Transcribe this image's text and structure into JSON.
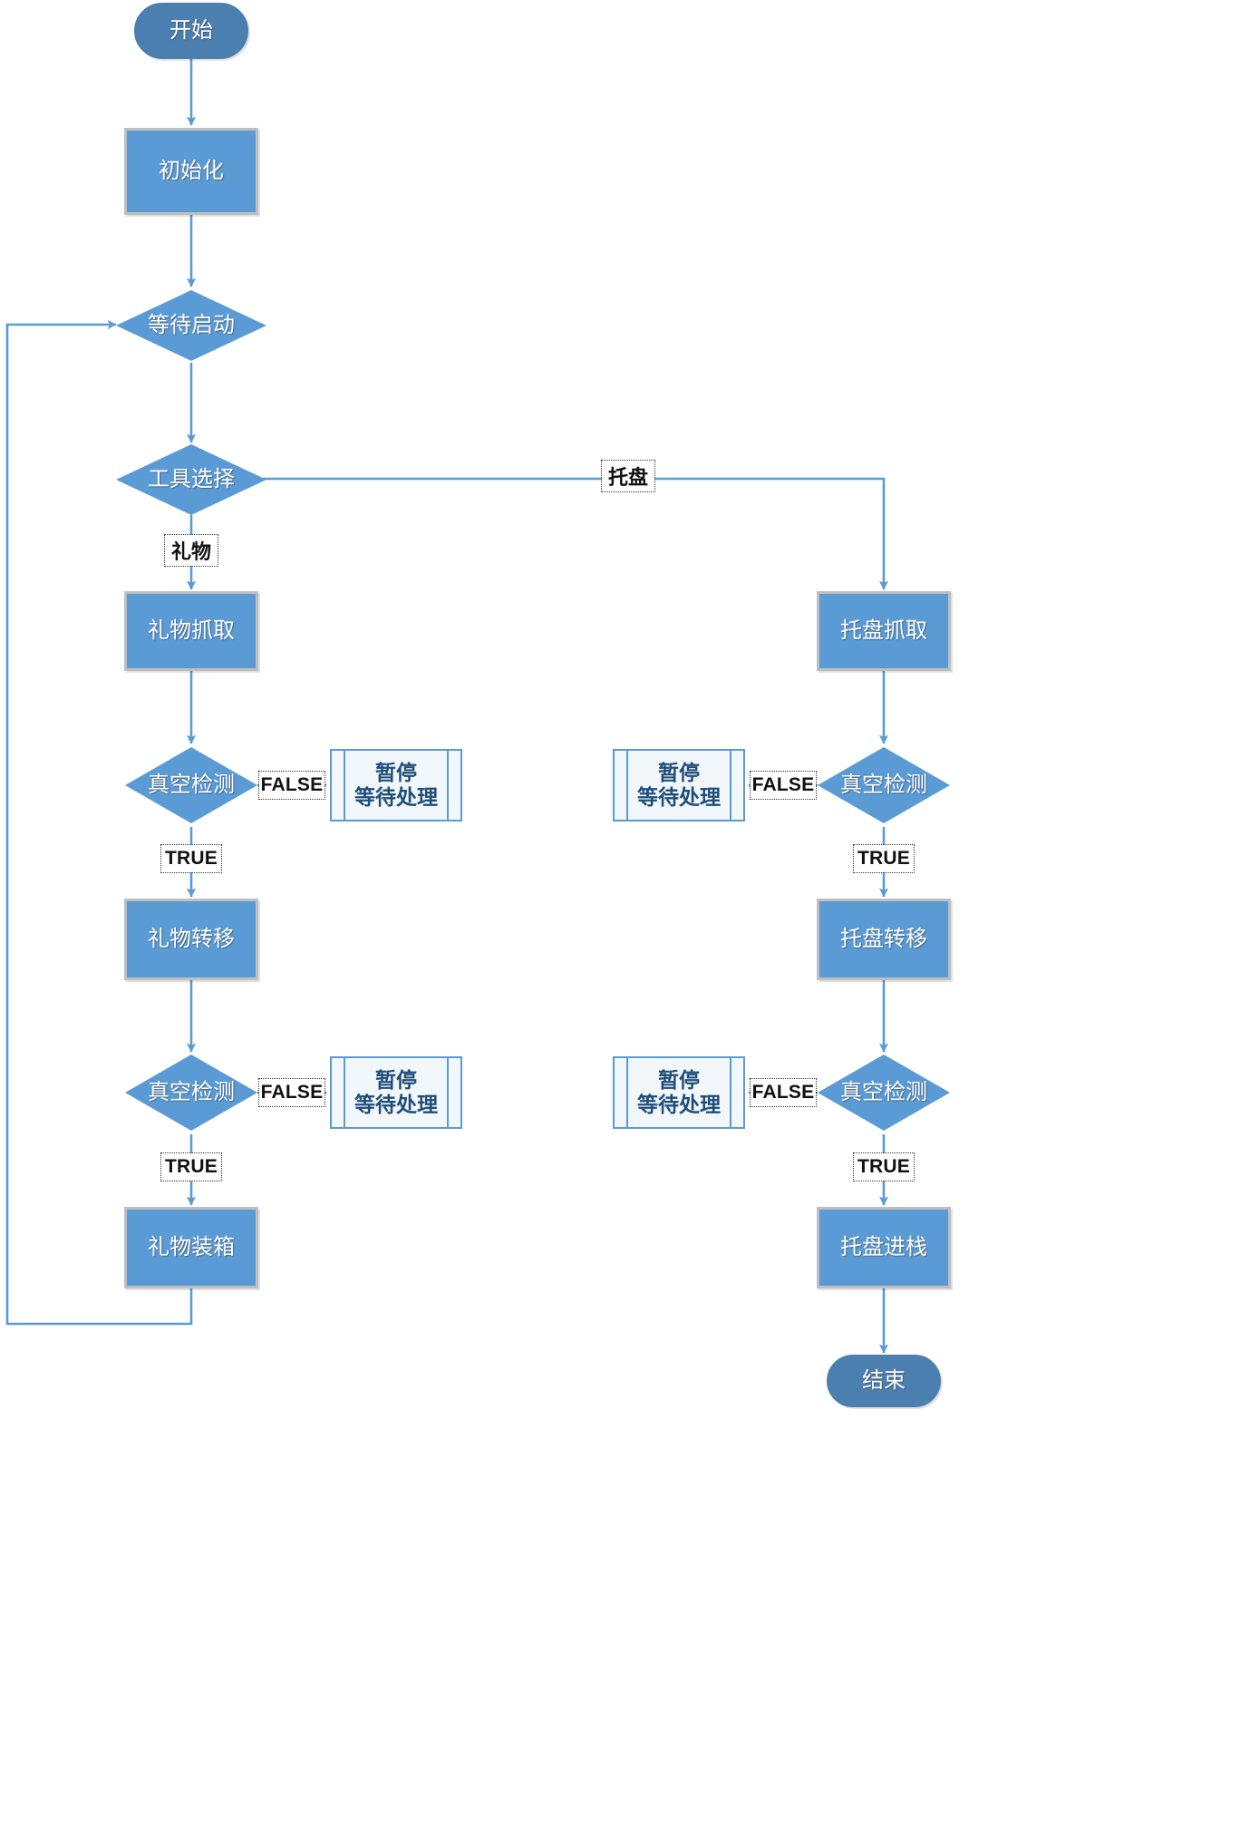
{
  "diagram": {
    "type": "flowchart",
    "title": "",
    "colors": {
      "node_fill": "#5B9BD5",
      "node_border": "#BFBFBF",
      "terminator_fill": "#4A7FB0",
      "connector": "#5B9BD5",
      "subroutine_fill": "#F2F7FC",
      "subroutine_border": "#5B9BD5",
      "node_text": "#FFFFFF",
      "subroutine_text": "#1F4E79",
      "edge_label_text": "#111111"
    },
    "nodes": [
      {
        "id": "start",
        "shape": "terminator",
        "label": "开始"
      },
      {
        "id": "init",
        "shape": "process",
        "label": "初始化"
      },
      {
        "id": "wait_start",
        "shape": "decision",
        "label": "等待启动"
      },
      {
        "id": "tool_select",
        "shape": "decision",
        "label": "工具选择"
      },
      {
        "id": "gift_pick",
        "shape": "process",
        "label": "礼物抓取"
      },
      {
        "id": "gift_vac1",
        "shape": "decision",
        "label": "真空检测"
      },
      {
        "id": "gift_pause1",
        "shape": "predefined",
        "label": "暂停\n等待处理"
      },
      {
        "id": "gift_move",
        "shape": "process",
        "label": "礼物转移"
      },
      {
        "id": "gift_vac2",
        "shape": "decision",
        "label": "真空检测"
      },
      {
        "id": "gift_pause2",
        "shape": "predefined",
        "label": "暂停\n等待处理"
      },
      {
        "id": "gift_box",
        "shape": "process",
        "label": "礼物装箱"
      },
      {
        "id": "tray_pick",
        "shape": "process",
        "label": "托盘抓取"
      },
      {
        "id": "tray_vac1",
        "shape": "decision",
        "label": "真空检测"
      },
      {
        "id": "tray_pause1",
        "shape": "predefined",
        "label": "暂停\n等待处理"
      },
      {
        "id": "tray_move",
        "shape": "process",
        "label": "托盘转移"
      },
      {
        "id": "tray_vac2",
        "shape": "decision",
        "label": "真空检测"
      },
      {
        "id": "tray_pause2",
        "shape": "predefined",
        "label": "暂停\n等待处理"
      },
      {
        "id": "tray_stack",
        "shape": "process",
        "label": "托盘进栈"
      },
      {
        "id": "end",
        "shape": "terminator",
        "label": "结束"
      }
    ],
    "edge_labels": {
      "tray_branch": "托盘",
      "gift_branch": "礼物",
      "gift_vac1_false": "FALSE",
      "gift_vac1_true": "TRUE",
      "gift_vac2_false": "FALSE",
      "gift_vac2_true": "TRUE",
      "tray_vac1_false": "FALSE",
      "tray_vac1_true": "TRUE",
      "tray_vac2_false": "FALSE",
      "tray_vac2_true": "TRUE"
    },
    "edges": [
      {
        "from": "start",
        "to": "init",
        "label": ""
      },
      {
        "from": "init",
        "to": "wait_start",
        "label": ""
      },
      {
        "from": "wait_start",
        "to": "tool_select",
        "label": ""
      },
      {
        "from": "tool_select",
        "to": "gift_pick",
        "label": "礼物"
      },
      {
        "from": "tool_select",
        "to": "tray_pick",
        "label": "托盘"
      },
      {
        "from": "gift_pick",
        "to": "gift_vac1",
        "label": ""
      },
      {
        "from": "gift_vac1",
        "to": "gift_pause1",
        "label": "FALSE"
      },
      {
        "from": "gift_vac1",
        "to": "gift_move",
        "label": "TRUE"
      },
      {
        "from": "gift_move",
        "to": "gift_vac2",
        "label": ""
      },
      {
        "from": "gift_vac2",
        "to": "gift_pause2",
        "label": "FALSE"
      },
      {
        "from": "gift_vac2",
        "to": "gift_box",
        "label": "TRUE"
      },
      {
        "from": "gift_box",
        "to": "wait_start",
        "label": ""
      },
      {
        "from": "tray_pick",
        "to": "tray_vac1",
        "label": ""
      },
      {
        "from": "tray_vac1",
        "to": "tray_pause1",
        "label": "FALSE"
      },
      {
        "from": "tray_vac1",
        "to": "tray_move",
        "label": "TRUE"
      },
      {
        "from": "tray_move",
        "to": "tray_vac2",
        "label": ""
      },
      {
        "from": "tray_vac2",
        "to": "tray_pause2",
        "label": "FALSE"
      },
      {
        "from": "tray_vac2",
        "to": "tray_stack",
        "label": "TRUE"
      },
      {
        "from": "tray_stack",
        "to": "end",
        "label": ""
      }
    ]
  }
}
